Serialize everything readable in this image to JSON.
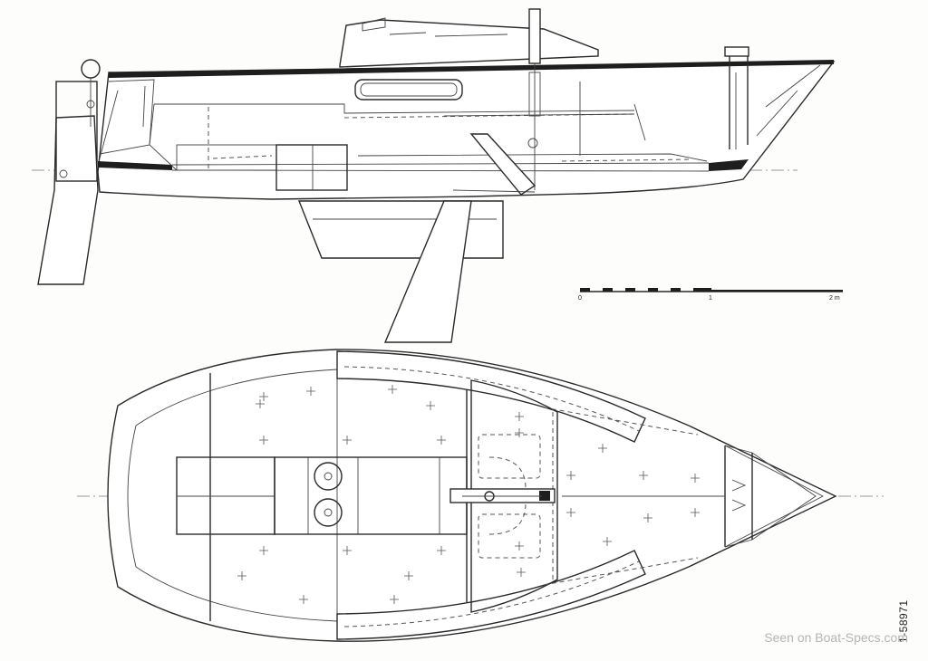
{
  "scale_bar": {
    "label_start": "0",
    "label_mid": "1",
    "label_end": "2 m"
  },
  "drawing_number": "1-58971",
  "watermark": "Seen on Boat-Specs.com"
}
